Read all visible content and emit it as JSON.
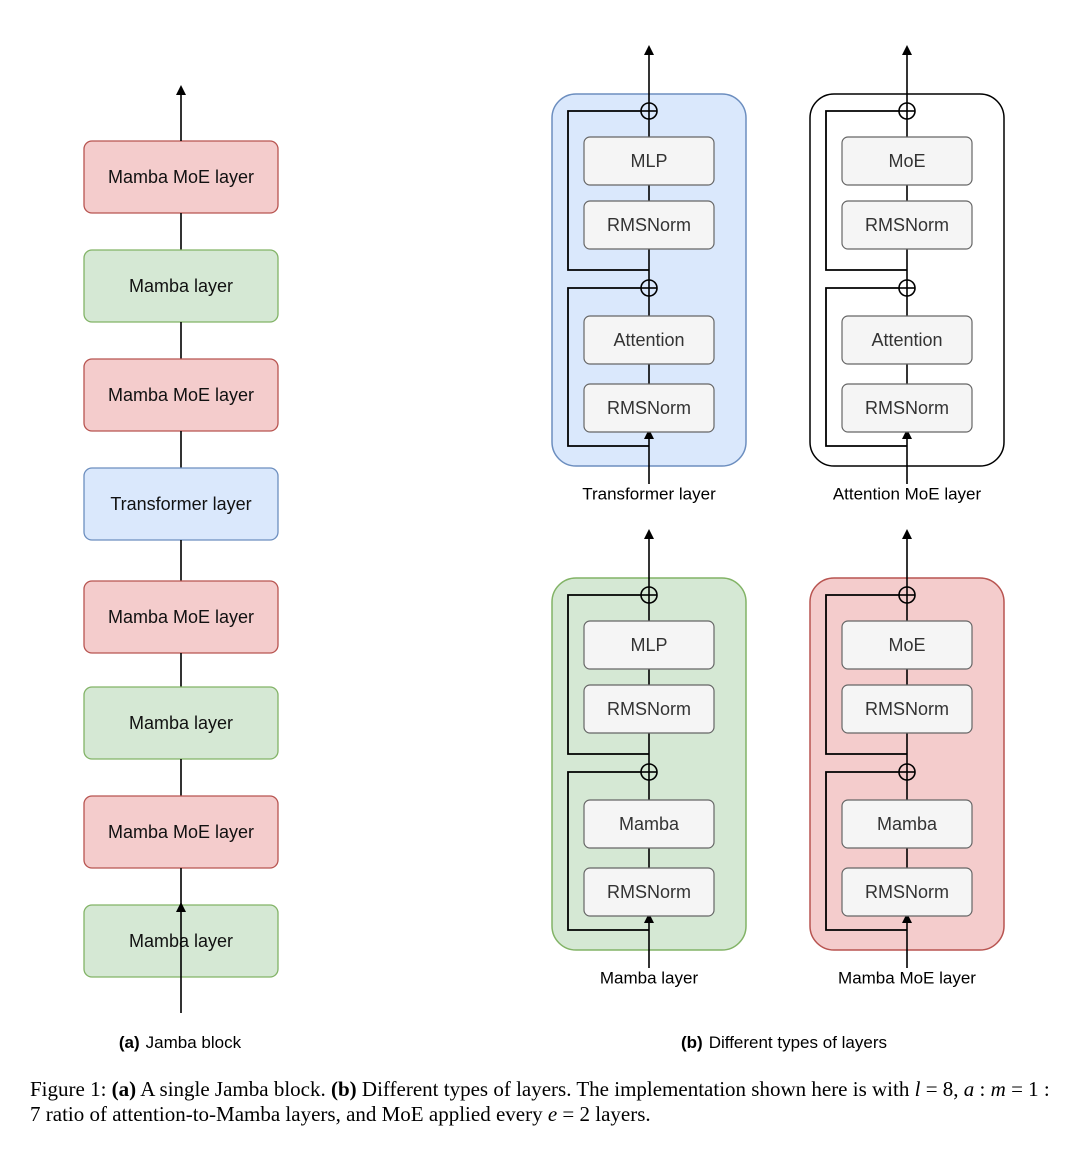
{
  "panel_a": {
    "caption_tag": "(a)",
    "caption_text": "Jamba block",
    "blocks": [
      {
        "label": "Mamba MoE layer",
        "kind": "mamba_moe"
      },
      {
        "label": "Mamba layer",
        "kind": "mamba"
      },
      {
        "label": "Mamba MoE layer",
        "kind": "mamba_moe"
      },
      {
        "label": "Transformer layer",
        "kind": "transformer"
      },
      {
        "label": "Mamba MoE layer",
        "kind": "mamba_moe"
      },
      {
        "label": "Mamba layer",
        "kind": "mamba"
      },
      {
        "label": "Mamba MoE layer",
        "kind": "mamba_moe"
      },
      {
        "label": "Mamba layer",
        "kind": "mamba"
      }
    ]
  },
  "panel_b": {
    "caption_tag": "(b)",
    "caption_text": "Different types of layers",
    "layers": [
      {
        "title": "Transformer layer",
        "kind": "transformer",
        "top_module": "MLP",
        "mixer_module": "Attention",
        "norm": "RMSNorm"
      },
      {
        "title": "Attention MoE layer",
        "kind": "attention_moe",
        "top_module": "MoE",
        "mixer_module": "Attention",
        "norm": "RMSNorm"
      },
      {
        "title": "Mamba layer",
        "kind": "mamba",
        "top_module": "MLP",
        "mixer_module": "Mamba",
        "norm": "RMSNorm"
      },
      {
        "title": "Mamba MoE layer",
        "kind": "mamba_moe",
        "top_module": "MoE",
        "mixer_module": "Mamba",
        "norm": "RMSNorm"
      }
    ]
  },
  "figure_caption": {
    "prefix": "Figure 1:",
    "part_a_tag": "(a)",
    "part_a_text": "A single Jamba block.",
    "part_b_tag": "(b)",
    "part_b_text": "Different types of layers. The implementation shown here is with",
    "var_l": "l",
    "eq_l": " = 8, ",
    "var_a": "a",
    "colon1": " : ",
    "var_m": "m",
    "eq_ratio": " = 1 : 7",
    "mid_text": "ratio of attention-to-Mamba layers, and MoE applied every",
    "var_e": "e",
    "eq_e": " = 2",
    "end_text": "layers."
  },
  "colors": {
    "mamba_moe_fill": "#f4cccc",
    "mamba_moe_stroke": "#b85450",
    "mamba_fill": "#d5e8d4",
    "mamba_stroke": "#82b366",
    "transformer_fill": "#dae8fc",
    "transformer_stroke": "#6c8ebf",
    "attention_moe_fill": "#ffffff",
    "attention_moe_stroke": "#000000",
    "module_fill": "#f5f5f5",
    "module_stroke": "#666666"
  }
}
